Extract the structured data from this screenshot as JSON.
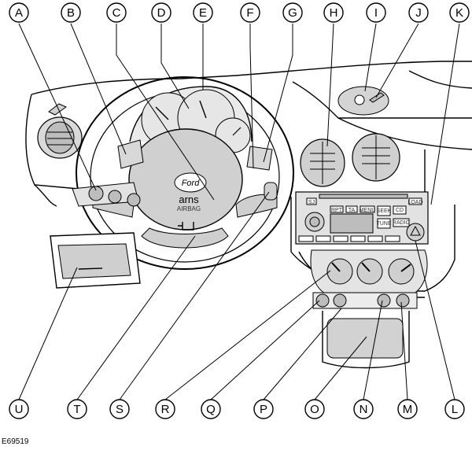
{
  "figure_code": "E69519",
  "top_callouts": [
    "A",
    "B",
    "C",
    "D",
    "E",
    "F",
    "G",
    "H",
    "I",
    "J",
    "K"
  ],
  "bottom_callouts": [
    "U",
    "T",
    "S",
    "R",
    "Q",
    "P",
    "O",
    "N",
    "M",
    "L"
  ],
  "airbag_brand": "Ford",
  "airbag_model": "arns",
  "airbag_label": "AIRBAG",
  "radio": {
    "btn_left": "SJ",
    "btn_rpt": "RPT",
    "btn_ta": "TA",
    "btn_menu": "MENU",
    "btn_seek": "SEEK",
    "btn_tune": "TUNE",
    "btn_cd": "CD",
    "btn_radio": "RADIO",
    "btn_load": "LOAD"
  }
}
